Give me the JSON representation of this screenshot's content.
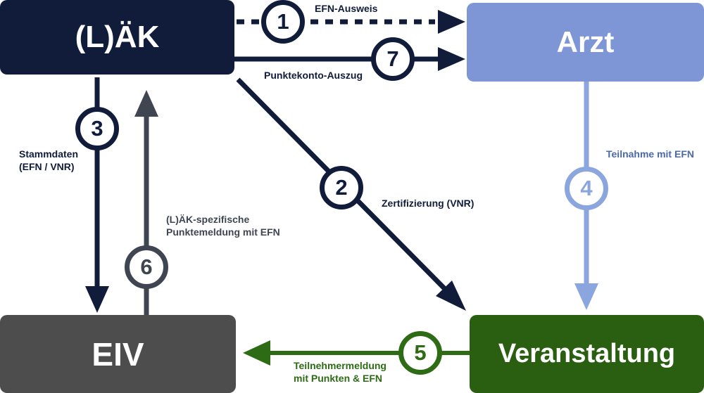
{
  "diagram": {
    "nodes": {
      "laek": {
        "label": "(L)ÄK",
        "color": "#101c3a"
      },
      "arzt": {
        "label": "Arzt",
        "color": "#7e95d6"
      },
      "eiv": {
        "label": "EIV",
        "color": "#4d4d4d"
      },
      "veranstaltung": {
        "label": "Veranstaltung",
        "color": "#2a5e10"
      }
    },
    "flows": [
      {
        "number": "1",
        "label": "EFN-Ausweis",
        "from": "laek",
        "to": "arzt",
        "style": "dashed",
        "color": "#101c3a"
      },
      {
        "number": "2",
        "label": "Zertifizierung (VNR)",
        "from": "laek",
        "to": "veranstaltung",
        "style": "solid",
        "color": "#101c3a"
      },
      {
        "number": "3",
        "label": "Stammdaten\n(EFN / VNR)",
        "from": "laek",
        "to": "eiv",
        "style": "solid",
        "color": "#101c3a"
      },
      {
        "number": "4",
        "label": "Teilnahme mit EFN",
        "from": "arzt",
        "to": "veranstaltung",
        "style": "solid",
        "color": "#8ba6de"
      },
      {
        "number": "5",
        "label": "Teilnehmermeldung\nmit Punkten & EFN",
        "from": "veranstaltung",
        "to": "eiv",
        "style": "solid",
        "color": "#2d6b14"
      },
      {
        "number": "6",
        "label": "(L)ÄK-spezifische\nPunktemeldung mit EFN",
        "from": "eiv",
        "to": "laek",
        "style": "solid",
        "color": "#3f4551"
      },
      {
        "number": "7",
        "label": "Punktekonto-Auszug",
        "from": "laek",
        "to": "arzt",
        "style": "solid",
        "color": "#101c3a"
      }
    ],
    "label_colors": {
      "navy": "#101c3a",
      "blue_label": "#4b69a8",
      "gray_label": "#3f4551",
      "green_label": "#2d6b14"
    }
  }
}
